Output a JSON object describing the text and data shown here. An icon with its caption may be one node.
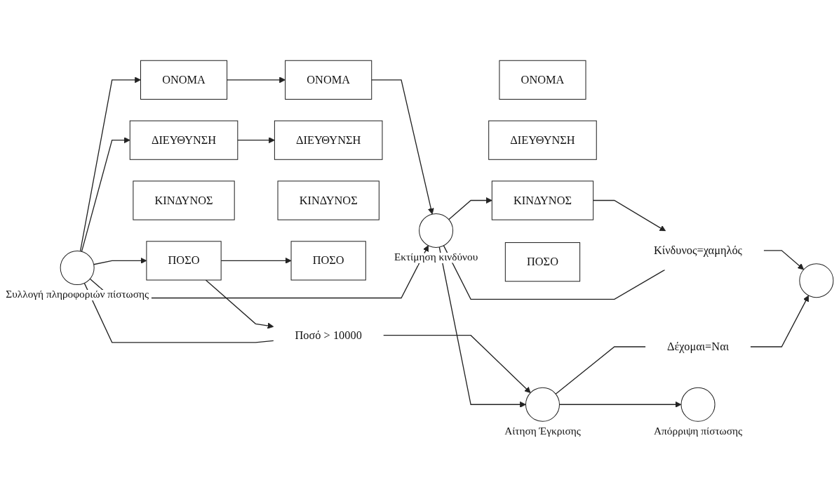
{
  "diagram": {
    "nodes": [
      {
        "text": [
          "ΟΝΟΜΑ"
        ]
      },
      {
        "text": [
          "ΔΙΕΥΘΥΝΣΗ"
        ]
      },
      {
        "text": [
          "ΚΙΝΔΥΝΟΣ"
        ]
      },
      {
        "text": [
          "ΠΟΣΟ"
        ]
      },
      {
        "text": [
          "ΟΝΟΜΑ"
        ]
      },
      {
        "text": [
          "ΔΙΕΥΘΥΝΣΗ"
        ]
      },
      {
        "text": [
          "ΚΙΝΔΥΝΟΣ"
        ]
      },
      {
        "text": [
          "ΠΟΣΟ"
        ]
      },
      {
        "text": [
          "ΟΝΟΜΑ"
        ]
      },
      {
        "text": [
          "ΔΙΕΥΘΥΝΣΗ"
        ]
      },
      {
        "text": [
          "ΚΙΝΔΥΝΟΣ"
        ]
      },
      {
        "text": [
          "ΠΟΣΟ"
        ]
      },
      {
        "text": [],
        "shape": "circle",
        "beside": [
          "Συλλογή πληροφοριών πίστωσης"
        ]
      },
      {
        "text": [],
        "shape": "circle",
        "beside": [
          "Εκτίμηση κινδύνου"
        ]
      },
      {
        "text": [
          "Κίνδυνος=χαμηλός"
        ]
      },
      {
        "text": [],
        "shape": "circle"
      },
      {
        "text": [
          "Ποσό > 10000"
        ]
      },
      {
        "text": [
          "Δέχομαι=Ναι"
        ]
      },
      {
        "text": [],
        "shape": "circle",
        "beside": [
          "Αίτηση Έγκρισης"
        ]
      },
      {
        "text": [],
        "shape": "circle",
        "beside": [
          "Απόρριψη πίστωσης"
        ]
      }
    ],
    "edges": [
      {
        "from": 12,
        "to": 0,
        "arrow": "to"
      },
      {
        "from": 12,
        "to": 1,
        "arrow": "to"
      },
      {
        "from": 12,
        "to": 3,
        "arrow": "to"
      },
      {
        "from": 0,
        "to": 4,
        "arrow": "to"
      },
      {
        "from": 1,
        "to": 5,
        "arrow": "to"
      },
      {
        "from": 3,
        "to": 7,
        "arrow": "to"
      },
      {
        "from": 4,
        "to": 13,
        "arrow": "to"
      },
      {
        "from": 13,
        "to": 10,
        "arrow": "to"
      },
      {
        "from": 10,
        "to": 14,
        "arrow": "to"
      },
      {
        "from": 3,
        "to": 16,
        "arrow": "to"
      },
      {
        "from": 12,
        "to": 13,
        "arrow": "to"
      },
      {
        "from": 13,
        "to": 14,
        "arrow": "none"
      },
      {
        "from": 14,
        "to": 15,
        "arrow": "to"
      },
      {
        "from": 12,
        "to": 16,
        "arrow": "none"
      },
      {
        "from": 16,
        "to": 18,
        "arrow": "to"
      },
      {
        "from": 13,
        "to": 18,
        "arrow": "to"
      },
      {
        "from": 18,
        "to": 17,
        "arrow": "none"
      },
      {
        "from": 17,
        "to": 15,
        "arrow": "to"
      },
      {
        "from": 18,
        "to": 19,
        "arrow": "to"
      }
    ]
  }
}
